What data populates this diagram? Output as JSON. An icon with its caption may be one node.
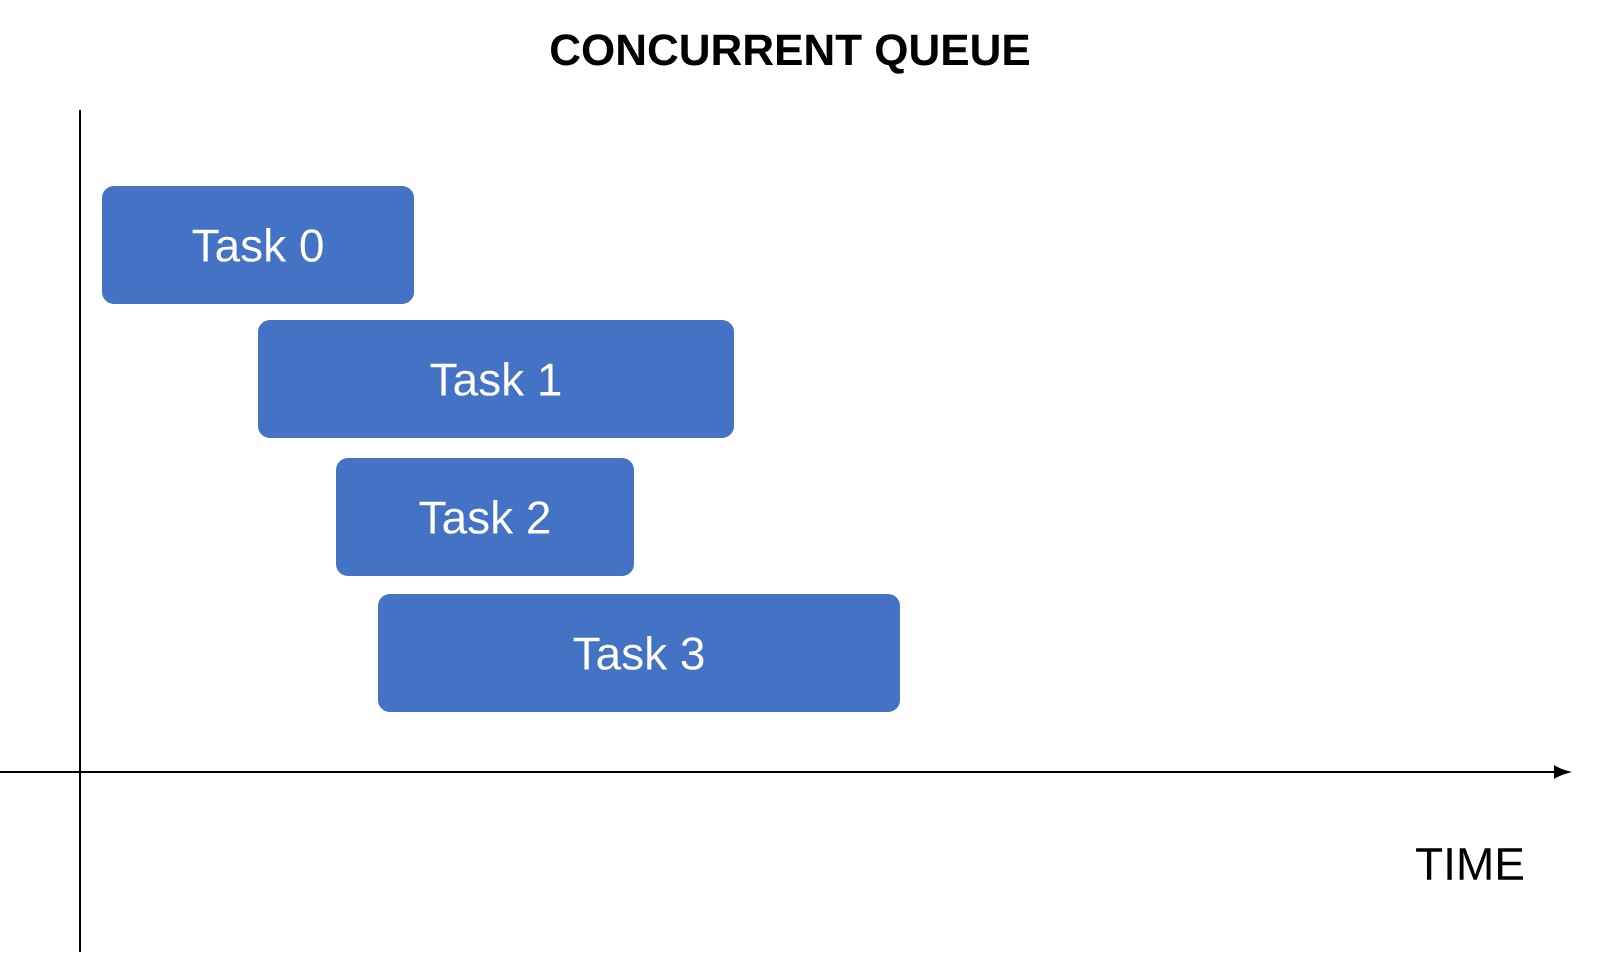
{
  "diagram": {
    "title": "CONCURRENT QUEUE",
    "nodes": [
      {
        "text": [
          "Task 0"
        ]
      },
      {
        "text": [
          "Task 1"
        ]
      },
      {
        "text": [
          "Task 2"
        ]
      },
      {
        "text": [
          "Task 3"
        ]
      }
    ],
    "labels": [
      "TIME"
    ]
  }
}
